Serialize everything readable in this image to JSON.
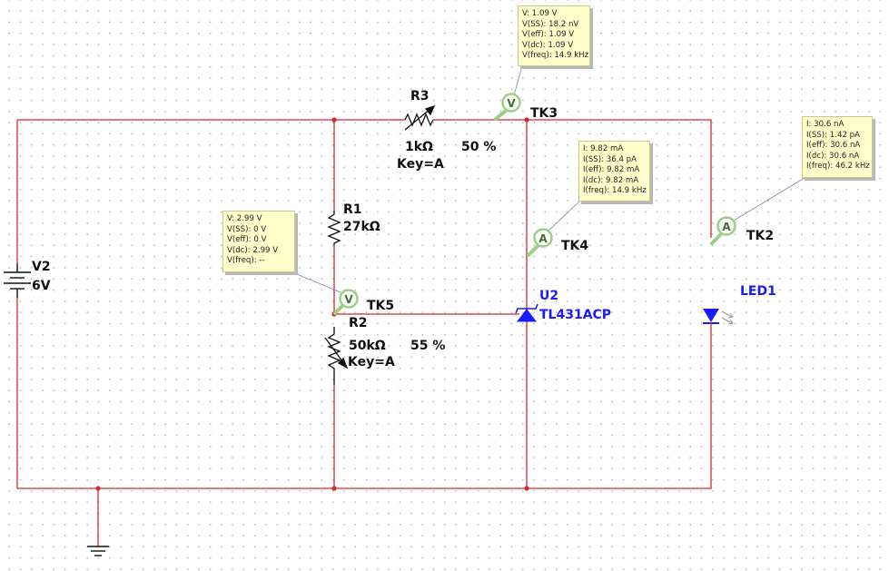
{
  "components": {
    "v2": {
      "name": "V2",
      "value": "6V"
    },
    "r1": {
      "name": "R1",
      "value": "27kΩ"
    },
    "r2": {
      "name": "R2",
      "value": "50kΩ",
      "percent": "55 %",
      "key": "Key=A"
    },
    "r3": {
      "name": "R3",
      "value": "1kΩ",
      "percent": "50 %",
      "key": "Key=A"
    },
    "u2": {
      "name": "U2",
      "part": "TL431ACP"
    },
    "led1": {
      "name": "LED1"
    }
  },
  "probes": {
    "tk3": {
      "name": "TK3",
      "symbol": "V",
      "readings": [
        "V: 1.09 V",
        "V(SS): 18.2 nV",
        "V(eff): 1.09 V",
        "V(dc): 1.09 V",
        "V(freq): 14.9 kHz"
      ]
    },
    "tk4": {
      "name": "TK4",
      "symbol": "A",
      "readings": [
        "I: 9.82 mA",
        "I(SS): 36.4 pA",
        "I(eff): 9.82 mA",
        "I(dc): 9.82 mA",
        "I(freq): 14.9 kHz"
      ]
    },
    "tk2": {
      "name": "TK2",
      "symbol": "A",
      "readings": [
        "I: 30.6 nA",
        "I(SS): 1.42 pA",
        "I(eff): 30.6 nA",
        "I(dc): 30.6 nA",
        "I(freq): 46.2 kHz"
      ]
    },
    "tk5": {
      "name": "TK5",
      "symbol": "V",
      "readings": [
        "V: 2.99 V",
        "V(SS): 0 V",
        "V(eff): 0 V",
        "V(dc): 2.99 V",
        "V(freq): --"
      ]
    }
  },
  "colors": {
    "wire": "#d4282e",
    "component": "#111111",
    "part_label": "#1a1aff",
    "probe_fill": "#ffffcc",
    "probe_pin": "#9ecf88"
  }
}
